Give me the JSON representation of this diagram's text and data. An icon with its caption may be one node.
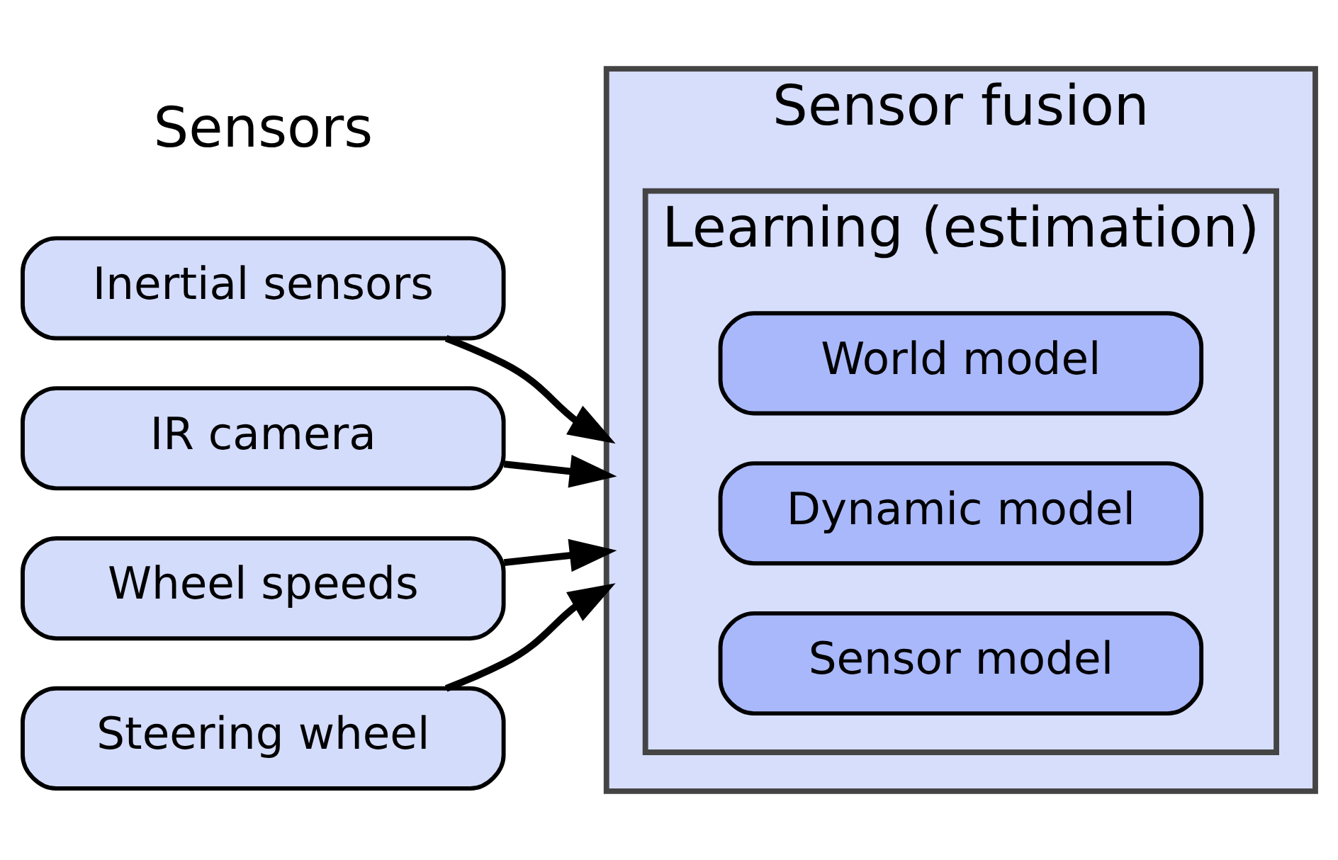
{
  "diagram": {
    "nodes": [
      {
        "text": [
          "Inertial sensors"
        ]
      },
      {
        "text": [
          "IR camera"
        ]
      },
      {
        "text": [
          "Wheel speeds"
        ]
      },
      {
        "text": [
          "Steering wheel"
        ]
      },
      {
        "text": [
          "Sensor fusion"
        ]
      },
      {
        "text": [
          "Learning (estimation)"
        ],
        "in": 4
      },
      {
        "text": [
          "World model"
        ],
        "in": 5
      },
      {
        "text": [
          "Dynamic model"
        ],
        "in": 5
      },
      {
        "text": [
          "Sensor model"
        ],
        "in": 5
      }
    ],
    "edges": [
      {
        "from": 0,
        "to": 4,
        "arrow": "to"
      },
      {
        "from": 1,
        "to": 4,
        "arrow": "to"
      },
      {
        "from": 2,
        "to": 4,
        "arrow": "to"
      },
      {
        "from": 3,
        "to": 4,
        "arrow": "to"
      }
    ],
    "labels": [
      "Sensors"
    ]
  }
}
